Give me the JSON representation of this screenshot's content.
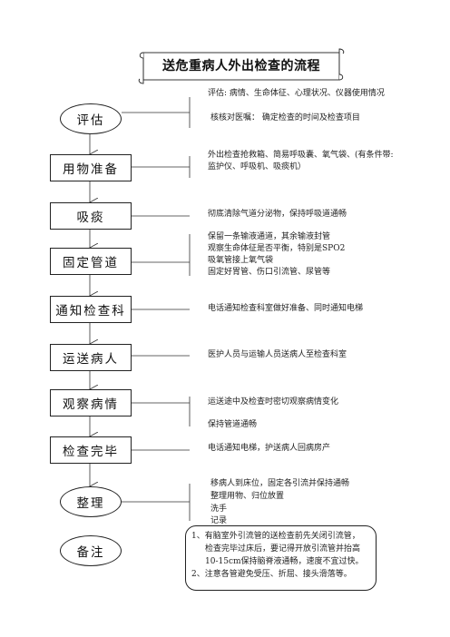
{
  "title": "送危重病人外出检查的流程",
  "steps": [
    {
      "label": "评估",
      "shape": "ellipse"
    },
    {
      "label": "用物准备",
      "shape": "rect"
    },
    {
      "label": "吸痰",
      "shape": "rect"
    },
    {
      "label": "固定管道",
      "shape": "rect"
    },
    {
      "label": "通知检查科",
      "shape": "rect"
    },
    {
      "label": "运送病人",
      "shape": "rect"
    },
    {
      "label": "观察病情",
      "shape": "rect"
    },
    {
      "label": "检查完毕",
      "shape": "rect"
    },
    {
      "label": "整理",
      "shape": "ellipse"
    },
    {
      "label": "备注",
      "shape": "ellipse"
    }
  ],
  "notes": {
    "assess": [
      "评估: 病情、生命体征、心理状况、仪器使用情况",
      "核核对医嘱：  确定检查的时间及检查项目"
    ],
    "prepare": [
      "外出检查抢救箱、简易呼吸囊、氧气袋、(有条件带:",
      "监护仪、呼吸机、吸痰机）"
    ],
    "suction": [
      "彻底清除气道分泌物，保持呼吸道通畅"
    ],
    "fix": [
      "保留一条输液通道，其余输液封管",
      "观察生命体征是否平衡，特别是SPO2",
      "吸氧管接上氧气袋",
      "固定好胃管、伤口引流管、尿管等"
    ],
    "notify": [
      "电话通知检查科室做好准备、同时通知电梯"
    ],
    "transport": [
      "医护人员与运输人员送病人至检查科室"
    ],
    "observe": [
      "运送途中及检查时密切观察病情变化",
      "保持管道通畅"
    ],
    "finish": [
      "电话通知电梯，护送病人回病房产"
    ],
    "tidy": [
      "移病人到床位，固定各引流并保持通畅",
      "整理用物、归位放置",
      "洗手",
      "记录"
    ]
  },
  "remarks": [
    "1、有脑室外引流管的送检查前先关闭引流管，",
    "检查完毕过床后，要记得开放引流管并抬高",
    "10-15cm保持脑脊液通畅，速度不宜过快。",
    "2、注意各管避免受压、折屈、接头滑落等。"
  ]
}
